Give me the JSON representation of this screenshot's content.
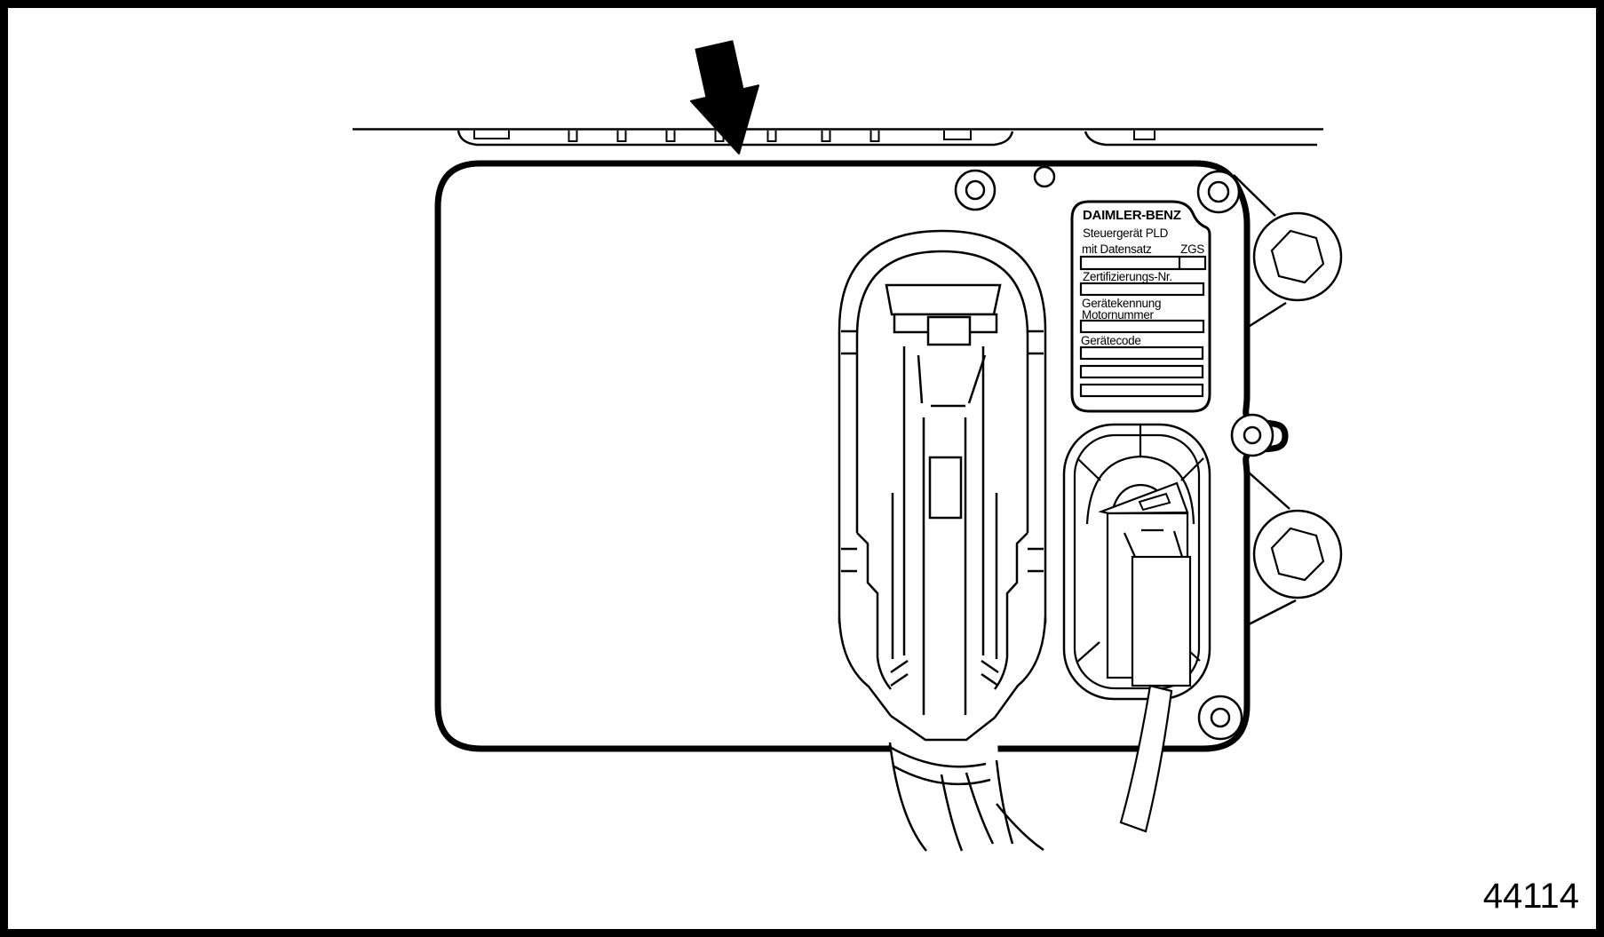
{
  "figure": {
    "number": "44114",
    "subject": "control-unit-pld-rear-view"
  },
  "colors": {
    "line": "#000000",
    "background": "#ffffff",
    "arrow_fill": "#000000"
  },
  "type_plate": {
    "manufacturer": "DAIMLER-BENZ",
    "device_line": "Steuergerät PLD",
    "dataset_label": "mit Datensatz",
    "dataset_value_label": "ZGS",
    "cert_label": "Zertifizierungs-Nr.",
    "device_id_label": "Gerätekennung",
    "engine_no_label": "Motornummer",
    "device_code_label": "Gerätecode"
  }
}
